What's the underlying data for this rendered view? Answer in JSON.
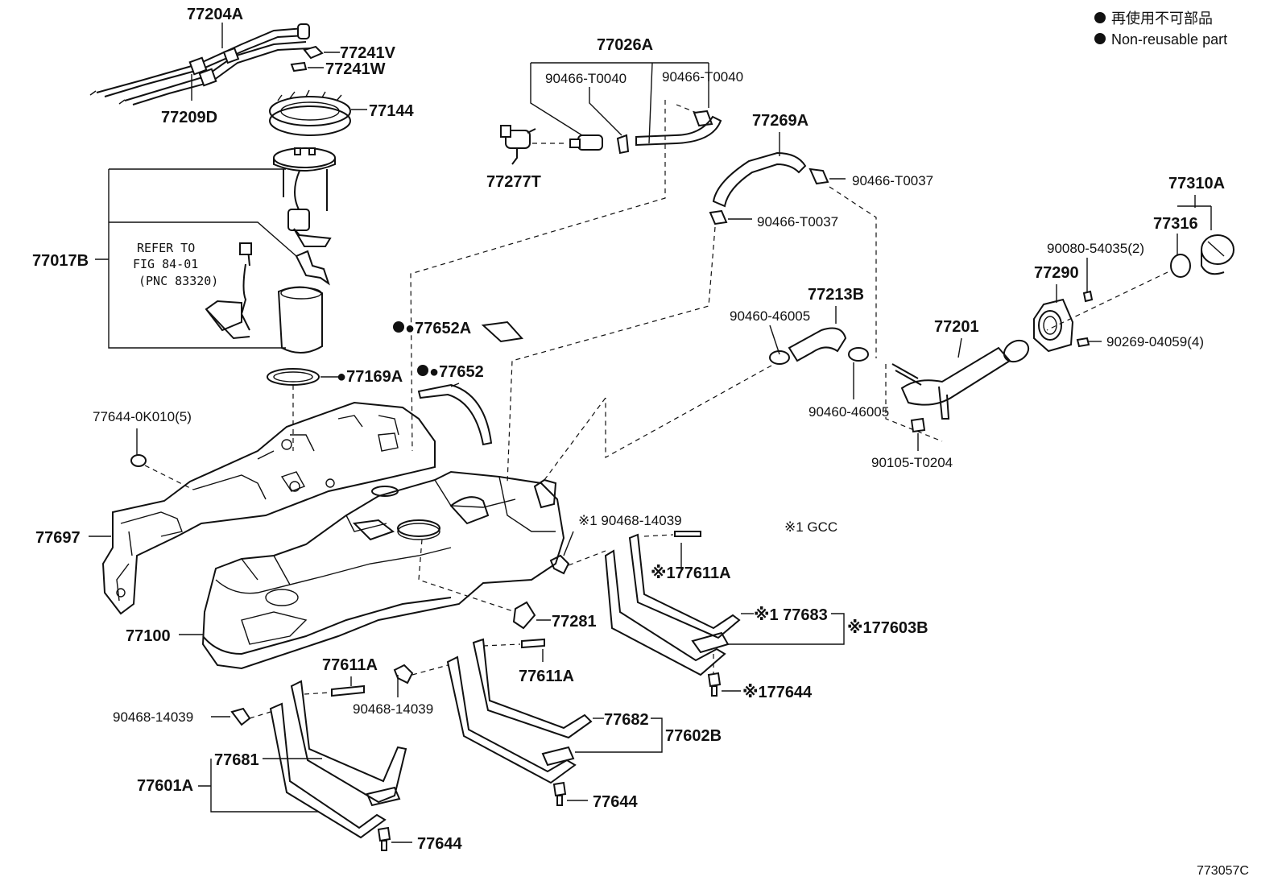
{
  "legend": {
    "line1": "再使用不可部品",
    "line2": "Non-reusable part"
  },
  "note_gcc": "※1 GCC",
  "refer_note": [
    "REFER TO",
    "FIG 84-01",
    "(PNC 83320)"
  ],
  "diagram_code": "773057C",
  "labels": {
    "p77204A": "77204A",
    "p77241V": "77241V",
    "p77241W": "77241W",
    "p77209D": "77209D",
    "p77144": "77144",
    "p77017B": "77017B",
    "p77169A": "●77169A",
    "p77026A": "77026A",
    "p90466_T0040_a": "90466-T0040",
    "p90466_T0040_b": "90466-T0040",
    "p77277T": "77277T",
    "p77269A": "77269A",
    "p90466_T0037_a": "90466-T0037",
    "p90466_T0037_b": "90466-T0037",
    "p77310A": "77310A",
    "p77316": "77316",
    "p90080": "90080-54035(2)",
    "p77290": "77290",
    "p90269": "90269-04059(4)",
    "p77213B": "77213B",
    "p90460_a": "90460-46005",
    "p77201": "77201",
    "p90460_b": "90460-46005",
    "p90105": "90105-T0204",
    "p77652A": "●77652A",
    "p77652": "●77652",
    "p77644_0K010": "77644-0K010(5)",
    "p77697": "77697",
    "p90468_top": "※1 90468-14039",
    "p77611A_r": "※177611A",
    "p77100": "77100",
    "p77281": "77281",
    "p77683": "※1 77683",
    "p77603B": "※177603B",
    "p77644_r": "※177644",
    "p77611A_l": "77611A",
    "p77611A_m": "77611A",
    "p90468_l": "90468-14039",
    "p90468_m": "90468-14039",
    "p77682": "77682",
    "p77602B": "77602B",
    "p77681": "77681",
    "p77601A": "77601A",
    "p77644_m": "77644",
    "p77644_l": "77644"
  }
}
